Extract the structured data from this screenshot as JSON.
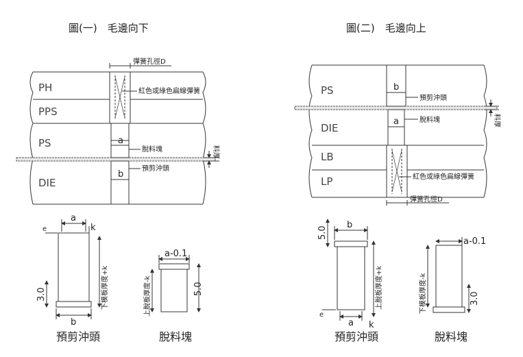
{
  "left": {
    "title": "圖(一)　毛邊向下",
    "layers": [
      "PH",
      "PPS",
      "PS",
      "DIE"
    ],
    "spring_hole": "彈簧孔徑D",
    "spring_note": "紅色或綠色扁線彈簧",
    "block_label": "脫料塊",
    "punch_label": "預剪沖頭",
    "thickness": "料厚",
    "dim_a": "a",
    "dim_b": "b",
    "punch": {
      "a": "a",
      "b": "b",
      "k": "k",
      "e": "e",
      "height": "3.0",
      "length": "下模板厚度+k",
      "caption": "預剪沖頭"
    },
    "block": {
      "top": "a-0.1",
      "height": "5.0",
      "length": "上脫板厚度-k",
      "caption": "脫料塊"
    }
  },
  "right": {
    "title": "圖(二)　毛邊向上",
    "layers": [
      "PS",
      "DIE",
      "LB",
      "LP"
    ],
    "punch_label": "預剪沖頭",
    "block_label": "脫料塊",
    "spring_note": "紅色或綠色扁線彈簧",
    "spring_hole": "彈簧孔徑D",
    "thickness": "料厚",
    "dim_a": "a",
    "dim_b": "b",
    "punch": {
      "a": "a",
      "b": "b",
      "k": "k",
      "e": "e",
      "height": "5.0",
      "length": "上脫板厚度+k",
      "caption": "預剪沖頭"
    },
    "block": {
      "top": "a-0.1",
      "height": "3.0",
      "length": "下模板厚度-k",
      "caption": "脫料塊"
    }
  }
}
